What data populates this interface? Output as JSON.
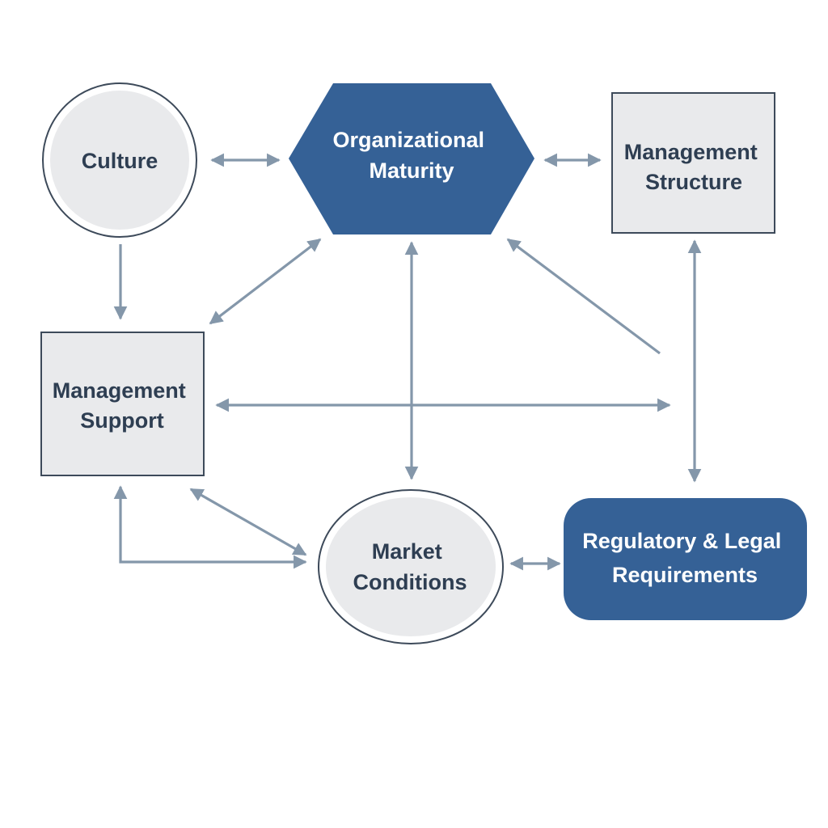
{
  "colors": {
    "primary_blue": "#356196",
    "light_fill": "#e9eaec",
    "outline": "#3d4a5a",
    "arrow": "#8497aa",
    "dark_text": "#2e3e52",
    "light_text": "#ffffff",
    "background": "#ffffff"
  },
  "nodes": {
    "culture": {
      "shape": "circle",
      "style": "light",
      "lines": [
        "Culture"
      ]
    },
    "org_maturity": {
      "shape": "hexagon",
      "style": "dark",
      "lines": [
        "Organizational",
        "Maturity"
      ]
    },
    "mgmt_structure": {
      "shape": "rectangle",
      "style": "light",
      "lines": [
        "Management",
        "Structure"
      ]
    },
    "mgmt_support": {
      "shape": "rectangle",
      "style": "light",
      "lines": [
        "Management",
        "Support"
      ]
    },
    "market_conditions": {
      "shape": "ellipse",
      "style": "light",
      "lines": [
        "Market",
        "Conditions"
      ]
    },
    "regulatory": {
      "shape": "rounded-rectangle",
      "style": "dark",
      "lines": [
        "Regulatory & Legal",
        "Requirements"
      ]
    }
  },
  "edges": [
    {
      "from": "culture",
      "to": "org_maturity",
      "direction": "both"
    },
    {
      "from": "org_maturity",
      "to": "mgmt_structure",
      "direction": "both"
    },
    {
      "from": "culture",
      "to": "mgmt_support",
      "direction": "forward"
    },
    {
      "from": "mgmt_support",
      "to": "org_maturity",
      "direction": "both"
    },
    {
      "from": "org_maturity",
      "to": "market_conditions",
      "direction": "both"
    },
    {
      "from": "right_column",
      "to": "org_maturity",
      "direction": "forward"
    },
    {
      "from": "mgmt_structure",
      "to": "regulatory",
      "direction": "both"
    },
    {
      "from": "mgmt_support",
      "to": "right_column",
      "direction": "both"
    },
    {
      "from": "mgmt_support",
      "to": "market_conditions",
      "direction": "both"
    },
    {
      "from": "mgmt_support",
      "to": "market_conditions",
      "direction": "elbow-both"
    },
    {
      "from": "market_conditions",
      "to": "regulatory",
      "direction": "both"
    }
  ]
}
